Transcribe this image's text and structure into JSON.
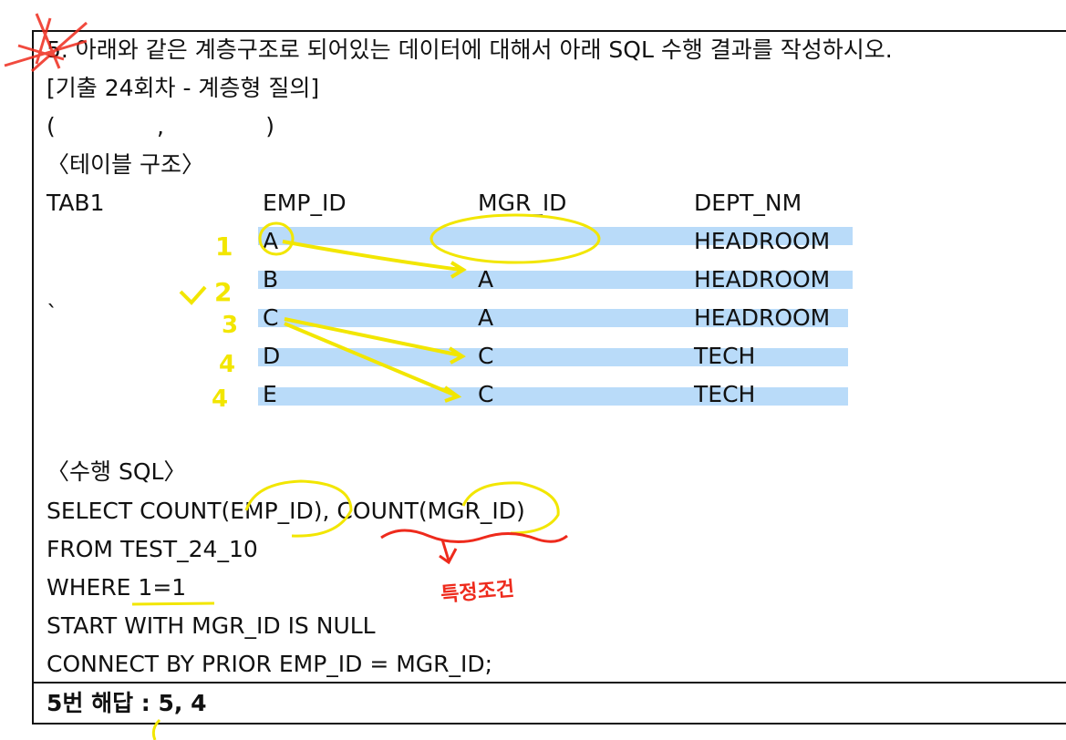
{
  "question": {
    "title": "5. 아래와 같은 계층구조로 되어있는 데이터에 대해서 아래 SQL 수행 결과를 작성하시오.",
    "subtitle": "[기출 24회차 - 계층형 질의]",
    "blank": "(              ,              )",
    "table_heading": "〈테이블 구조〉",
    "sql_heading": "〈수행 SQL〉"
  },
  "table": {
    "name": "TAB1",
    "columns": [
      "EMP_ID",
      "MGR_ID",
      "DEPT_NM"
    ],
    "rows": [
      [
        "A",
        "",
        "HEADROOM"
      ],
      [
        "B",
        "A",
        "HEADROOM"
      ],
      [
        "C",
        "A",
        "HEADROOM"
      ],
      [
        "D",
        "C",
        "TECH"
      ],
      [
        "E",
        "C",
        "TECH"
      ]
    ],
    "stray_mark": "`"
  },
  "sql": [
    "SELECT COUNT(EMP_ID), COUNT(MGR_ID)",
    "FROM TEST_24_10",
    "WHERE 1=1",
    "START WITH MGR_ID IS NULL",
    "CONNECT BY PRIOR EMP_ID = MGR_ID;"
  ],
  "answer": "5번 해답 : 5, 4",
  "annotations": {
    "level_numbers": [
      "1",
      "2",
      "3",
      "4",
      "4"
    ],
    "note": "특정조건",
    "colors": {
      "yellow": "#f2e600",
      "red": "#ee2a1c",
      "highlight": "#b9dbf9"
    }
  }
}
